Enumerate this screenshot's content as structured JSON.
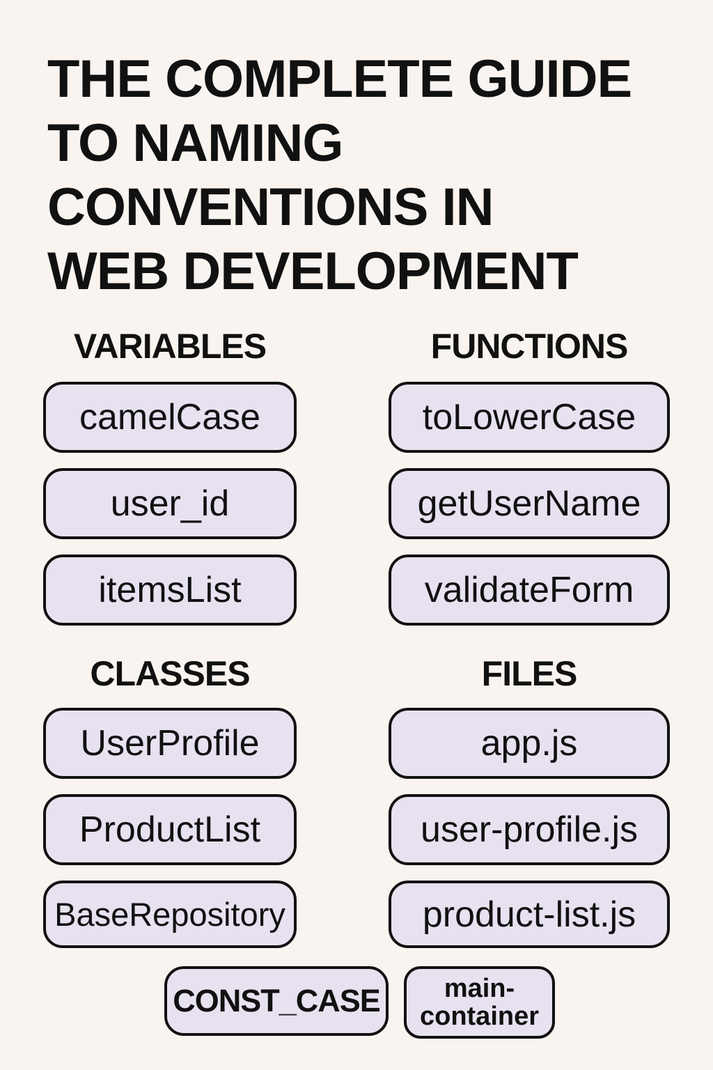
{
  "poster": {
    "title_lines": [
      "THE COMPLETE GUIDE",
      "TO NAMING",
      "CONVENTIONS IN",
      "WEB DEVELOPMENT"
    ]
  },
  "sections": [
    {
      "label": "VARIABLES",
      "items": [
        "camelCase",
        "user_id",
        "itemsList"
      ]
    },
    {
      "label": "FUNCTIONS",
      "items": [
        "toLowerCase",
        "getUserName",
        "validateForm"
      ]
    },
    {
      "label": "CLASSES",
      "items": [
        "UserProfile",
        "ProductList",
        "BaseRepository"
      ]
    },
    {
      "label": "FILES",
      "items": [
        "app.js",
        "user-profile.js",
        "product-list.js"
      ]
    }
  ],
  "extra_pills": [
    "CONST_CASE",
    "main-container"
  ],
  "colors": {
    "background": "#F9F4EF",
    "pill_fill": "#E7E1F0",
    "ink": "#111111"
  }
}
